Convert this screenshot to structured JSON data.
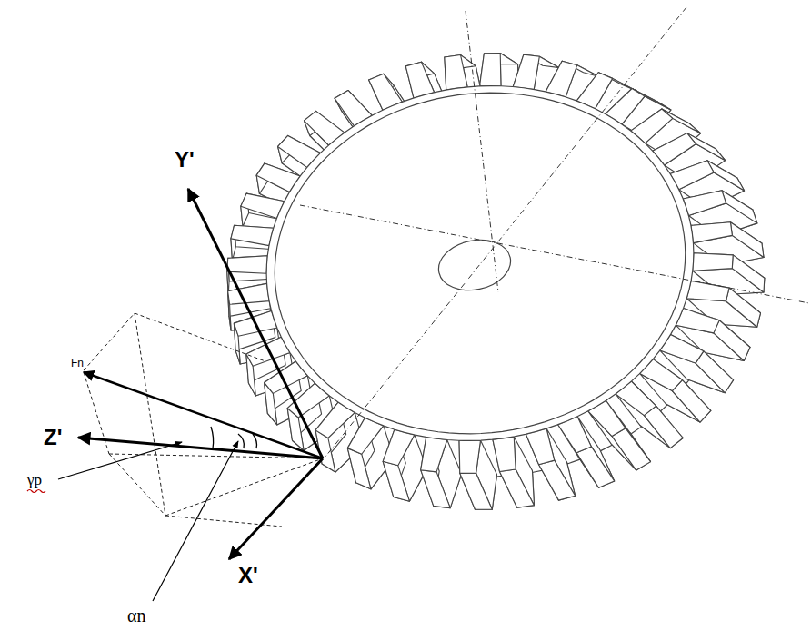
{
  "diagram": {
    "labels": [
      "Y'",
      "Z'",
      "X'",
      "Fn",
      "γp",
      "αn"
    ]
  }
}
